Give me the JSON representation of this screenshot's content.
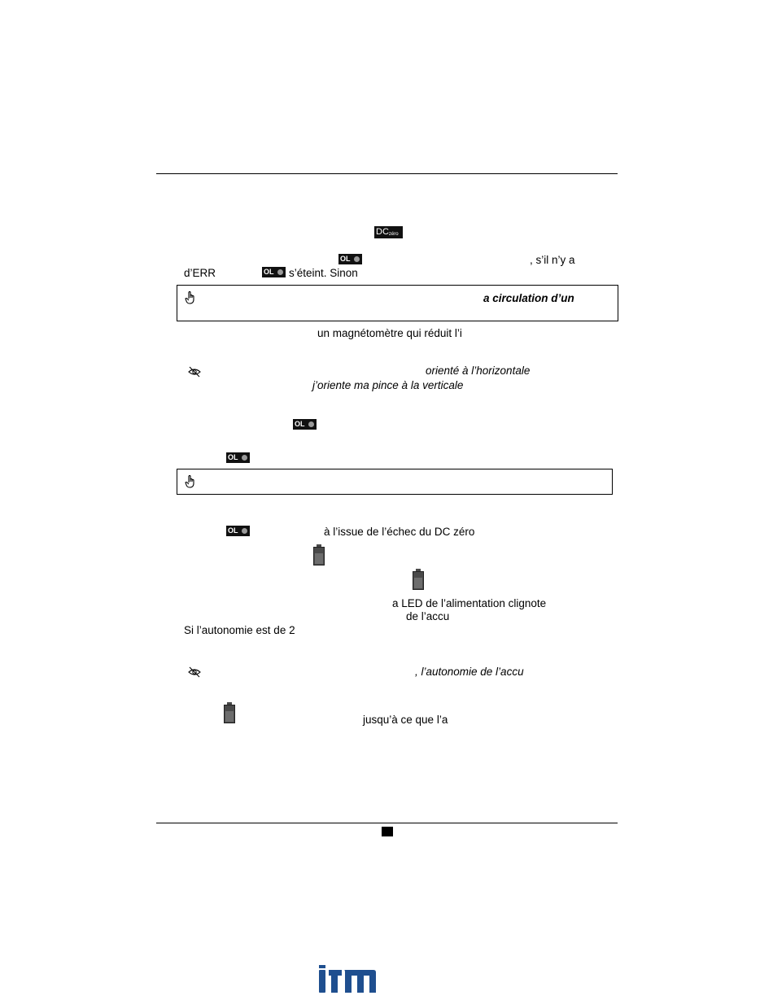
{
  "doc": {
    "lines": {
      "l1_right": ", s’il n’y a",
      "l2_left": "d’ERR",
      "l2_right": "s’éteint. Sinon",
      "note1": "a circulation d’un",
      "l4": "un magnétomètre qui réduit l’i",
      "tip1_a": "orienté à l’horizontale",
      "tip1_b": "j’oriente ma pince à la verticale",
      "l7": "à l’issue de l’échec du DC zéro",
      "l8a": "a LED de l’alimentation clignote",
      "l8b": "de l’accu",
      "l9": "Si l’autonomie est de 2",
      "tip2": ", l’autonomie de l’accu",
      "l10": "jusqu’à ce que l’a"
    },
    "badges": {
      "dc": "DC",
      "dc_sub": "zéro",
      "ol": "OL"
    },
    "icons": {
      "note": "pointing-hand-icon",
      "tip": "eye-crossed-icon",
      "battery": "battery-icon"
    }
  },
  "logo": {
    "text": "itm"
  },
  "colors": {
    "ink": "#000000",
    "badge": "#111111",
    "indicator": "#9a9a9a"
  }
}
